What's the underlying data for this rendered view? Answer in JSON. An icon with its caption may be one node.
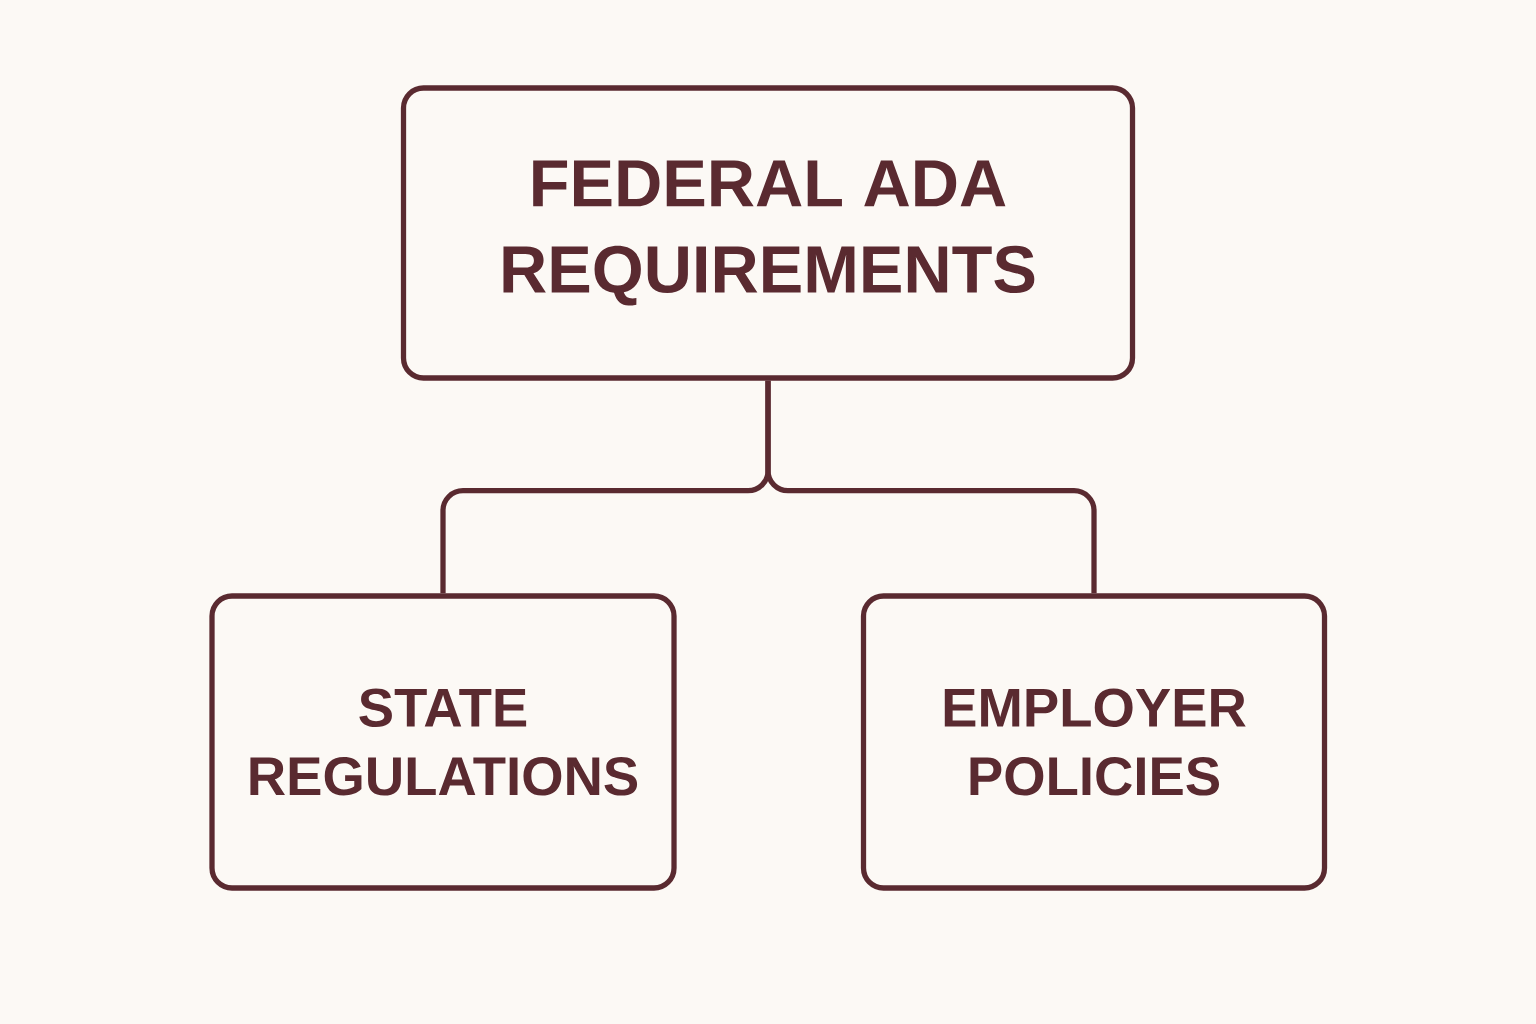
{
  "diagram": {
    "nodes": [
      {
        "text": [
          "FEDERAL ADA REQUIREMENTS"
        ]
      },
      {
        "text": [
          "STATE REGULATIONS"
        ]
      },
      {
        "text": [
          "EMPLOYER POLICIES"
        ]
      }
    ],
    "edges": [
      {
        "from": 0,
        "to": 1,
        "arrow": "none"
      },
      {
        "from": 0,
        "to": 2,
        "arrow": "none"
      }
    ]
  }
}
